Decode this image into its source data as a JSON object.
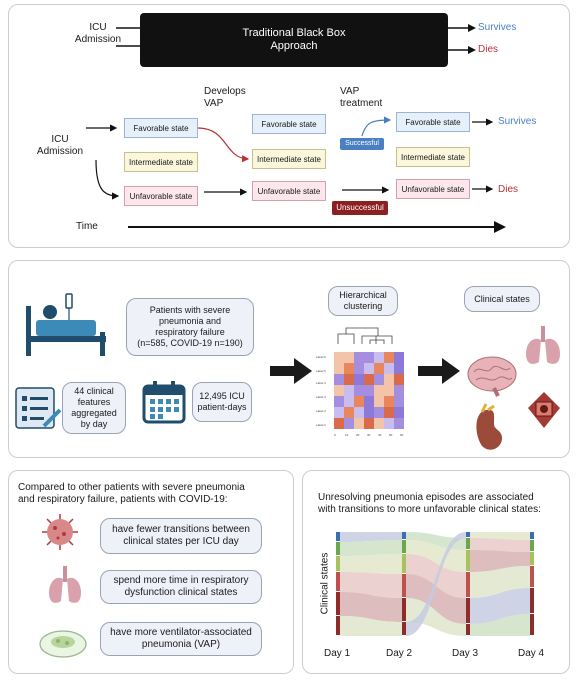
{
  "panel1": {
    "top": {
      "icu_admission": "ICU\nAdmission",
      "black_box": "Traditional Black Box\nApproach",
      "survives": "Survives",
      "dies": "Dies"
    },
    "lower": {
      "icu_admission": "ICU\nAdmission",
      "develops_vap": "Develops\nVAP",
      "vap_treatment": "VAP\ntreatment",
      "favorable": "Favorable state",
      "intermediate": "Intermediate state",
      "unfavorable": "Unfavorable state",
      "successful": "Successful",
      "unsuccessful": "Unsuccessful",
      "survives": "Survives",
      "dies": "Dies",
      "time": "Time"
    },
    "colors": {
      "survives": "#4a7fc1",
      "dies": "#b83232",
      "black": "#111111"
    }
  },
  "panel2": {
    "patients": "Patients with severe\npneumonia and\nrespiratory failure\n(n=585, COVID-19 n=190)",
    "features": "44 clinical\nfeatures\naggregated\nby day",
    "patient_days": "12,495  ICU\npatient-days",
    "clustering": "Hierarchical\nclustering",
    "clinical_states": "Clinical states",
    "heat_rows": [
      "Label 1",
      "Label 2",
      "Label 3",
      "Label 4",
      "Label 5",
      "Label 6"
    ],
    "heat_cols": [
      "0",
      "10",
      "20",
      "30",
      "40",
      "50",
      "60"
    ],
    "icons": [
      "patient-bed-icon",
      "checklist-icon",
      "calendar-icon",
      "heatmap-icon",
      "brain-icon",
      "lungs-icon",
      "kidney-icon",
      "heart-icon",
      "right-arrow-icon"
    ]
  },
  "panel3": {
    "intro": "Compared to other patients with severe pneumonia\nand respiratory failure, patients with COVID-19:",
    "items": [
      "have fewer transitions between\nclinical states per ICU day",
      "spend more time in respiratory\ndysfunction clinical states",
      "have more ventilator-associated\npneumonia (VAP)"
    ],
    "icons": [
      "virus-icon",
      "lungs-icon",
      "petri-dish-icon"
    ]
  },
  "panel4": {
    "title": "Unresolving pneumonia episodes are associated\nwith transitions to more unfavorable clinical states:",
    "ylabel": "Clinical states",
    "days": [
      "Day 1",
      "Day 2",
      "Day 3",
      "Day 4"
    ]
  }
}
